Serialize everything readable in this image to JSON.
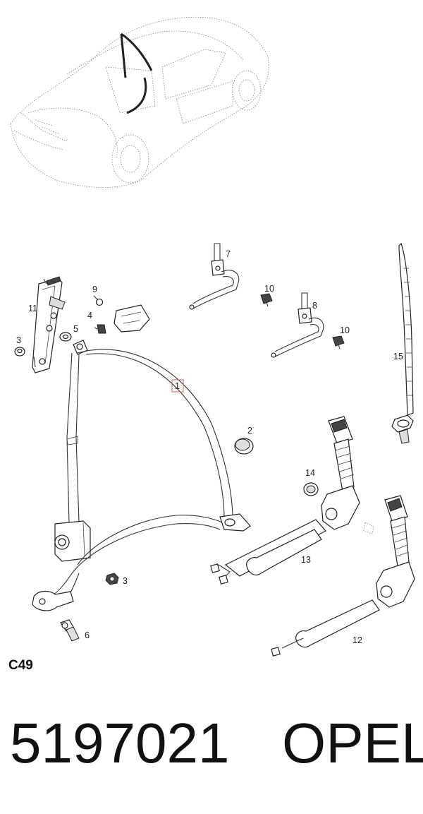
{
  "callouts": {
    "c1": "1",
    "c2": "2",
    "c3a": "3",
    "c3b": "3",
    "c4": "4",
    "c5": "5",
    "c6": "6",
    "c7": "7",
    "c8": "8",
    "c9": "9",
    "c10a": "10",
    "c10b": "10",
    "c11": "11",
    "c12": "12",
    "c13": "13",
    "c14": "14",
    "c15": "15"
  },
  "diagram_code": "C49",
  "part_number": "5197021",
  "brand": "OPEL",
  "colors": {
    "ink": "#222222",
    "highlight_box": "#e05a5a"
  }
}
